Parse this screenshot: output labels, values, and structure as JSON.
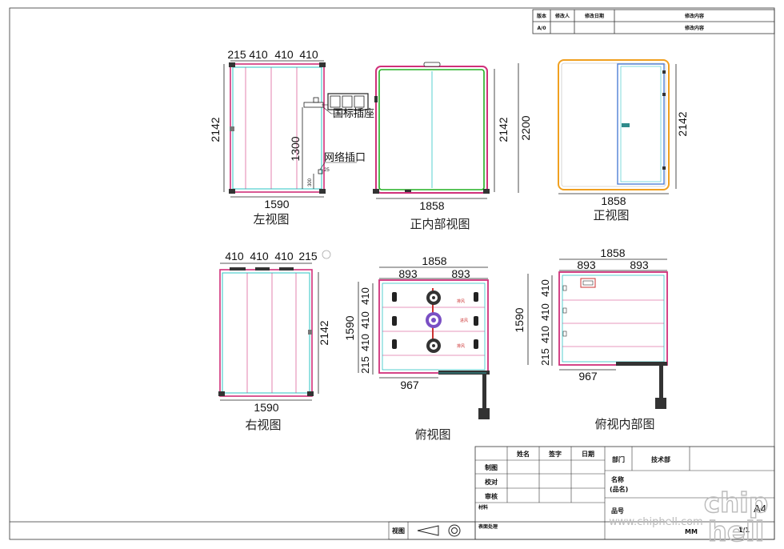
{
  "revision_table": {
    "headers": [
      "版本",
      "修改人",
      "修改日期",
      "修改内容"
    ],
    "row": [
      "A/0",
      "",
      "",
      "修改内容"
    ]
  },
  "views": {
    "left": {
      "caption": "左视图",
      "top_dims": [
        "215",
        "410",
        "410",
        "410"
      ],
      "height": "2142",
      "width": "1590",
      "socket_label": "国标插座",
      "socket_height": "1300",
      "network_label": "网络插口",
      "network_small": "25",
      "network_height": "300"
    },
    "front_inner": {
      "caption": "正内部视图",
      "height_a": "2142",
      "height_b": "2200",
      "width": "1858"
    },
    "front": {
      "caption": "正视图",
      "height": "2142",
      "width": "1858"
    },
    "right": {
      "caption": "右视图",
      "top_dims": [
        "410",
        "410",
        "410",
        "215"
      ],
      "height": "2142",
      "width": "1590"
    },
    "top": {
      "caption": "俯视图",
      "width_total": "1858",
      "half_a": "893",
      "half_b": "893",
      "side_dims": [
        "410",
        "410",
        "410",
        "215"
      ],
      "depth": "1590",
      "door": "967",
      "fan_labels": [
        "排风",
        "进风",
        "排风"
      ]
    },
    "top_inner": {
      "caption": "俯视内部图",
      "width_total": "1858",
      "half_a": "893",
      "half_b": "893",
      "side_dims": [
        "410",
        "410",
        "410",
        "215"
      ],
      "depth": "1590",
      "door": "967"
    }
  },
  "title_block": {
    "col_headers": [
      "姓名",
      "签字",
      "日期"
    ],
    "rows": [
      "制图",
      "校对",
      "审核"
    ],
    "material": "材料",
    "surface": "表面处理",
    "dept_label": "部门",
    "dept_value": "技术部",
    "name_label": "名称\n(品名)",
    "part_label": "品号",
    "paper": "A4",
    "unit": "MM",
    "sheet": "1/1",
    "view_label": "视图"
  },
  "watermark": "www.chiphell.com",
  "logo_text": "chip hell",
  "colors": {
    "frame_pink": "#d0307a",
    "frame_cyan": "#2ec4c4",
    "frame_green": "#22b022",
    "door_blue": "#4f7fd6",
    "frame_orange": "#f0a020",
    "dark": "#333333"
  }
}
